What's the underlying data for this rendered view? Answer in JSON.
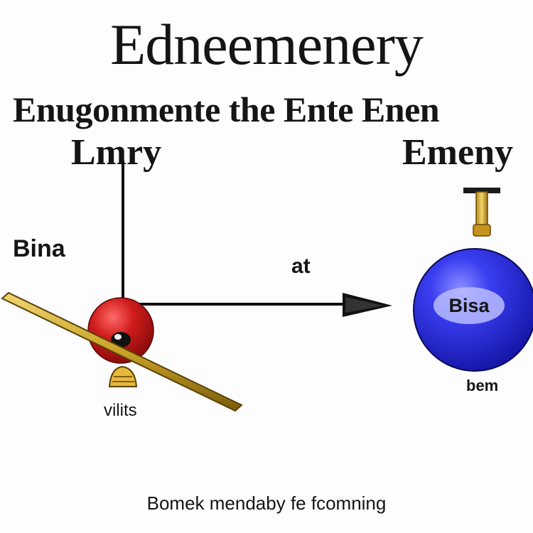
{
  "title": "Edneemenery",
  "subtitle": "Enugonmente the Ente Enen",
  "labels": {
    "left": "Lmry",
    "right": "Emeny",
    "side": "Bina",
    "arrow": "at",
    "ball": "Bisa",
    "ball_caption": "bem",
    "lever_caption": "vilits"
  },
  "footer": "Bomek mendaby fe fcomning",
  "colors": {
    "red_ball": "#c8181c",
    "blue_ball": "#2a2ad8",
    "lever": "#c9a227",
    "axis": "#111111"
  }
}
